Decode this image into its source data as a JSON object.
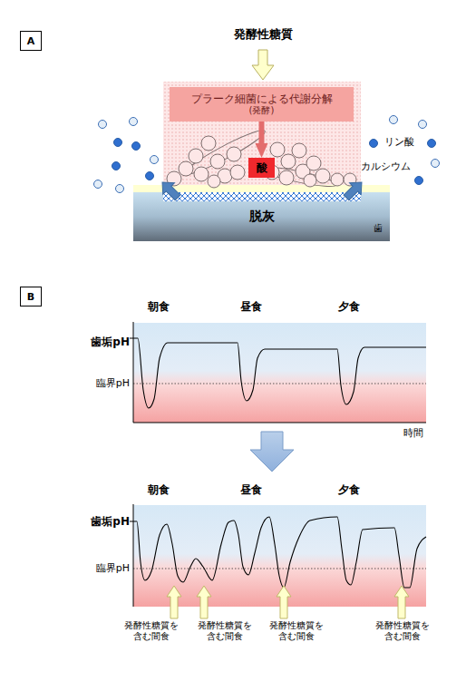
{
  "diagram": {
    "nodes": [
      {
        "text": [
          "A"
        ]
      },
      {
        "text": [
          "プラーク細菌による代謝分解",
          "(発酵)"
        ]
      },
      {
        "text": [
          "酸"
        ]
      },
      {
        "text": [
          "脱灰",
          "歯"
        ]
      },
      {
        "text": [
          "B"
        ]
      }
    ],
    "edges": [
      {
        "from": 1,
        "to": 2,
        "arrow": "to"
      }
    ],
    "labels": [
      "発酵性糖質",
      "リン酸",
      "カルシウム",
      "朝食",
      "昼食",
      "夕食",
      "歯垢pH",
      "臨界pH",
      "時間",
      "朝食",
      "昼食",
      "夕食",
      "歯垢pH",
      "臨界pH",
      "発酵性糖質を 含む間食",
      "発酵性糖質を 含む間食",
      "発酵性糖質を 含む間食",
      "発酵性糖質を 含む間食"
    ]
  }
}
